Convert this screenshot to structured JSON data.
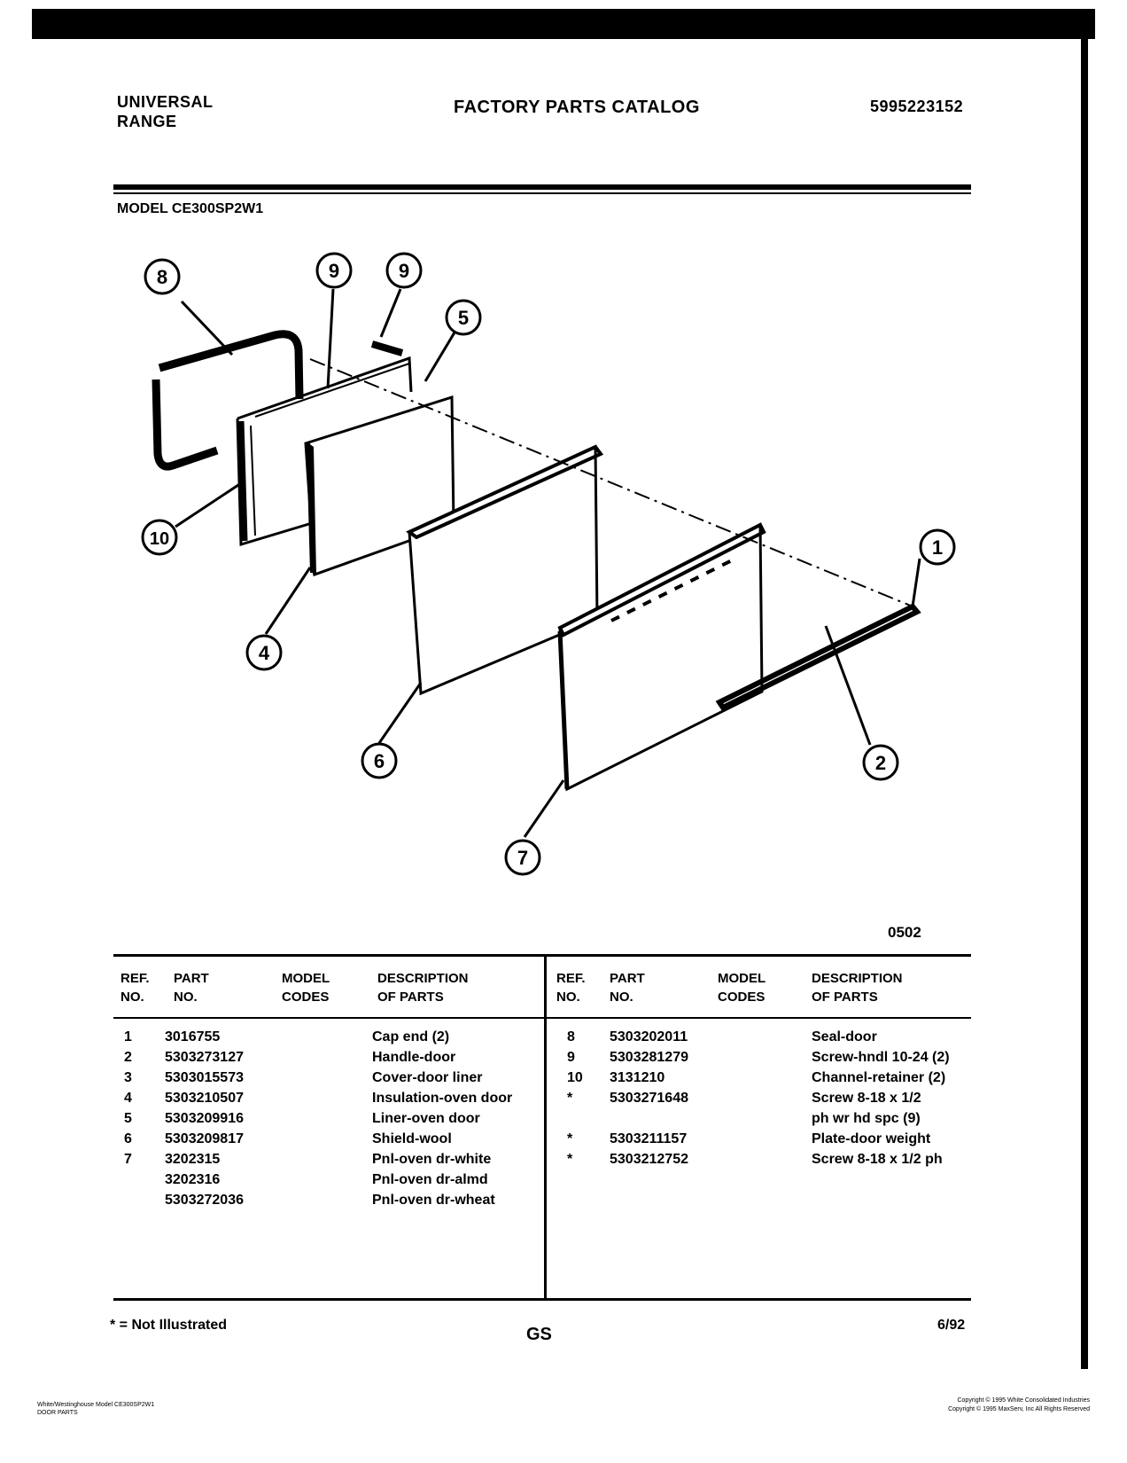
{
  "header": {
    "brand_line1": "UNIVERSAL",
    "brand_line2": "RANGE",
    "catalog_title": "FACTORY PARTS CATALOG",
    "catalog_number": "5995223152"
  },
  "model_label": "MODEL CE300SP2W1",
  "diagram": {
    "callouts": [
      "8",
      "9",
      "9",
      "5",
      "10",
      "4",
      "6",
      "7",
      "1",
      "2"
    ]
  },
  "page_code": "0502",
  "table": {
    "headers": {
      "ref_no": [
        "REF.",
        "NO."
      ],
      "part_no": [
        "PART",
        "NO."
      ],
      "model_codes": [
        "MODEL",
        "CODES"
      ],
      "description": [
        "DESCRIPTION",
        "OF PARTS"
      ]
    },
    "left_rows": [
      {
        "ref": "1",
        "part": "3016755",
        "desc": "Cap end (2)"
      },
      {
        "ref": "2",
        "part": "5303273127",
        "desc": "Handle-door"
      },
      {
        "ref": "3",
        "part": "5303015573",
        "desc": "Cover-door liner"
      },
      {
        "ref": "4",
        "part": "5303210507",
        "desc": "Insulation-oven door"
      },
      {
        "ref": "5",
        "part": "5303209916",
        "desc": "Liner-oven door"
      },
      {
        "ref": "6",
        "part": "5303209817",
        "desc": "Shield-wool"
      },
      {
        "ref": "7",
        "part": "3202315",
        "desc": "Pnl-oven dr-white"
      },
      {
        "ref": "",
        "part": "3202316",
        "desc": "Pnl-oven dr-almd"
      },
      {
        "ref": "",
        "part": "5303272036",
        "desc": "Pnl-oven dr-wheat"
      }
    ],
    "right_rows": [
      {
        "ref": "8",
        "part": "5303202011",
        "desc": "Seal-door"
      },
      {
        "ref": "9",
        "part": "5303281279",
        "desc": "Screw-hndl 10-24 (2)"
      },
      {
        "ref": "10",
        "part": "3131210",
        "desc": "Channel-retainer (2)"
      },
      {
        "ref": "*",
        "part": "5303271648",
        "desc": "Screw 8-18 x 1/2"
      },
      {
        "ref": "",
        "part": "",
        "desc": "ph wr hd spc  (9)"
      },
      {
        "ref": "*",
        "part": "5303211157",
        "desc": "Plate-door weight"
      },
      {
        "ref": "*",
        "part": "5303212752",
        "desc": "Screw 8-18 x 1/2 ph"
      }
    ]
  },
  "footer": {
    "note": "* = Not Illustrated",
    "section": "GS",
    "date": "6/92",
    "left_line1": "White/Westinghouse Model CE300SP2W1",
    "left_line2": "DOOR PARTS",
    "copyright1": "Copyright © 1995 White Consolidated Industries",
    "copyright2": "Copyright © 1995 MaxServ, Inc  All Rights Reserved"
  }
}
